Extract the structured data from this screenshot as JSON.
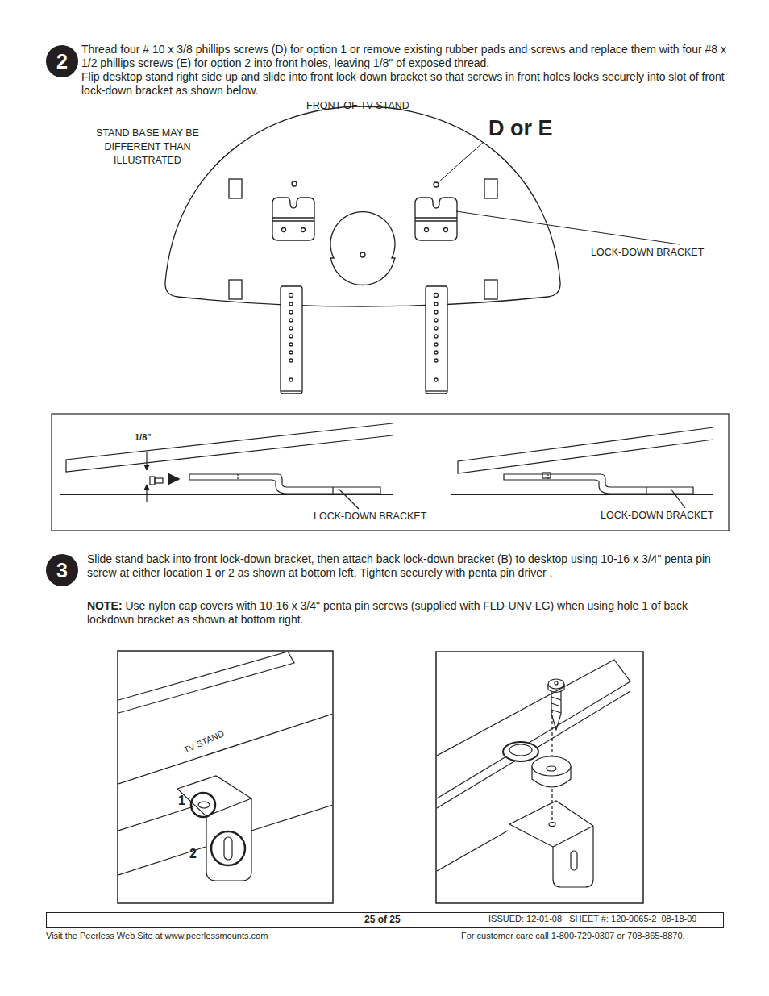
{
  "diagram": {
    "nodes": [
      {
        "text": [
          "2"
        ]
      },
      {
        "text": [
          "3"
        ]
      },
      {
        "text": [
          "25 of 25",
          "ISSUED: 12-01-08   SHEET #: 120-9065-2  08-18-09"
        ]
      }
    ],
    "edges": [],
    "labels": [
      "Thread four # 10 x 3/8 phillips screws (D) for option 1 or remove existing rubber pads and screws and replace them with four #8 x 1/2 phillips screws (E) for option 2 into front holes, leaving 1/8\" of exposed thread.",
      "Flip desktop stand right side up and slide into front lock-down bracket so that screws in front holes locks securely into slot of front lock-down bracket as shown below.",
      "FRONT OF TV STAND",
      "STAND BASE MAY BE DIFFERENT THAN ILLUSTRATED",
      "D or E",
      "LOCK-DOWN BRACKET",
      "1/8\"",
      "LOCK-DOWN BRACKET",
      "LOCK-DOWN BRACKET",
      "Slide stand back into front lock-down bracket, then attach back lock-down bracket (B) to desktop using 10-16 x 3/4\" penta pin screw  at either location 1 or 2 as shown at bottom left. Tighten securely with penta pin driver .",
      "NOTE:",
      "Use nylon cap covers with 10-16 x 3/4\" penta pin screws (supplied with FLD-UNV-LG) when using hole 1 of back lockdown bracket as shown at bottom right.",
      "TV STAND",
      "1",
      "2",
      "Visit the Peerless Web Site at www.peerlessmounts.com",
      "For customer care call 1-800-729-0307 or 708-865-8870."
    ]
  }
}
